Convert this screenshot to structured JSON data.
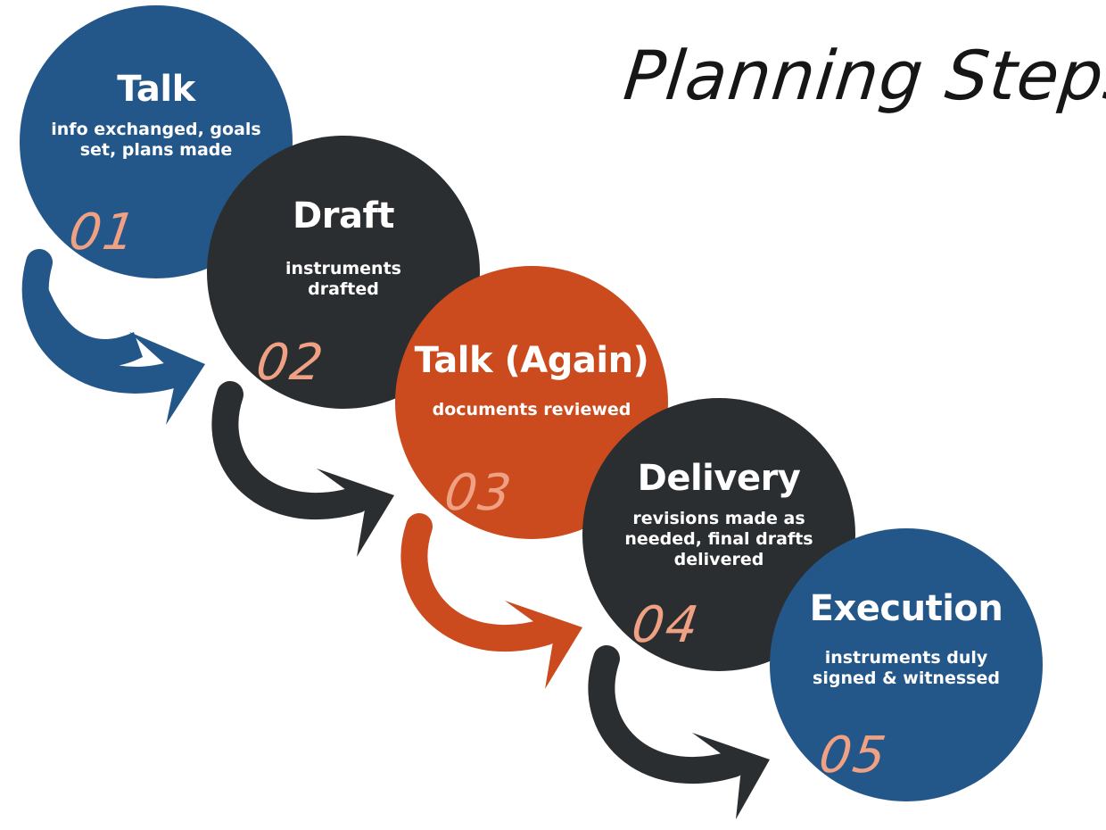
{
  "title": "Planning Steps",
  "colors": {
    "blue": "#245789",
    "charcoal": "#2b2e30",
    "orange": "#cb4a1e",
    "number": "#f0a183"
  },
  "steps": [
    {
      "number": "01",
      "heading": "Talk",
      "description": "info exchanged, goals set, plans made",
      "color": "#245789"
    },
    {
      "number": "02",
      "heading": "Draft",
      "description": "instruments drafted",
      "color": "#2b2e30"
    },
    {
      "number": "03",
      "heading": "Talk (Again)",
      "description": "documents reviewed",
      "color": "#cb4a1e"
    },
    {
      "number": "04",
      "heading": "Delivery",
      "description": "revisions made as needed, final drafts delivered",
      "color": "#2b2e30"
    },
    {
      "number": "05",
      "heading": "Execution",
      "description": "instruments duly signed & witnessed",
      "color": "#245789"
    }
  ]
}
